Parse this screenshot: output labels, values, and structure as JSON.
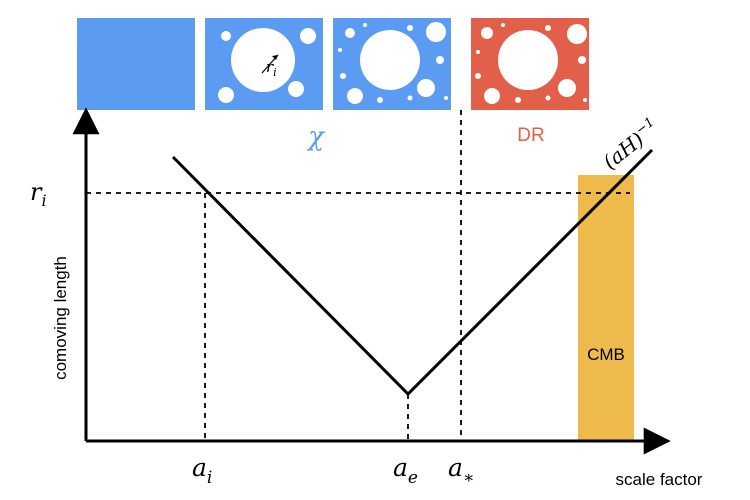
{
  "colors": {
    "chi_blue": "#5B9BF2",
    "dr_red": "#E2604A",
    "cmb_gold": "#EEBA4B",
    "ink": "#000000",
    "bubble": "#ffffff"
  },
  "axes": {
    "y_label": "comoving length",
    "x_label": "scale factor"
  },
  "ticks": {
    "x": [
      {
        "base": "a",
        "sub": "i"
      },
      {
        "base": "a",
        "sub": "e"
      },
      {
        "base": "a",
        "sub": "∗"
      }
    ],
    "y": [
      {
        "base": "r",
        "sub": "i"
      }
    ]
  },
  "labels": {
    "chi": "χ",
    "dr": "DR",
    "cmb": "CMB",
    "horizon": {
      "text": "(aH)",
      "sup": "−1"
    },
    "bubble_radius": {
      "base": "r",
      "sub": "i"
    }
  },
  "panels": [
    {
      "name": "empty-phase",
      "color": "chi_blue"
    },
    {
      "name": "nucleation-phase",
      "color": "chi_blue"
    },
    {
      "name": "percolation-phase",
      "color": "chi_blue"
    },
    {
      "name": "dark-radiation-phase",
      "color": "dr_red"
    }
  ]
}
